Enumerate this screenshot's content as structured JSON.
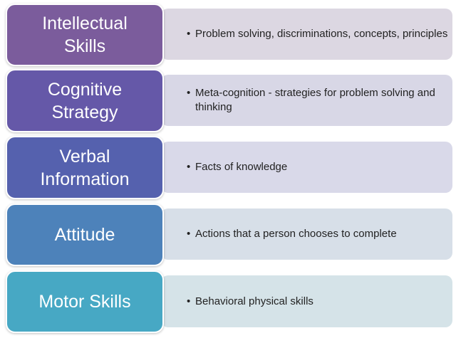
{
  "rows": [
    {
      "label": "Intellectual Skills",
      "label_line1": "Intellectual",
      "label_line2": "Skills",
      "bullet": "Problem solving, discriminations, concepts, principles",
      "label_color": "#7b5c9c",
      "panel_color": "#dcd7e2"
    },
    {
      "label": "Cognitive Strategy",
      "label_line1": "Cognitive",
      "label_line2": "Strategy",
      "bullet": "Meta-cognition - strategies for problem solving and thinking",
      "label_color": "#6558a8",
      "panel_color": "#d8d7e6"
    },
    {
      "label": "Verbal Information",
      "label_line1": "Verbal",
      "label_line2": "Information",
      "bullet": "Facts of knowledge",
      "label_color": "#5561ae",
      "panel_color": "#d9d9e9"
    },
    {
      "label": "Attitude",
      "label_line1": "Attitude",
      "label_line2": "",
      "bullet": "Actions that a person chooses to complete",
      "label_color": "#4d82ba",
      "panel_color": "#d7dfe8"
    },
    {
      "label": "Motor Skills",
      "label_line1": "Motor Skills",
      "label_line2": "",
      "bullet": "Behavioral physical skills",
      "label_color": "#47a8c4",
      "panel_color": "#d5e3e8"
    }
  ]
}
